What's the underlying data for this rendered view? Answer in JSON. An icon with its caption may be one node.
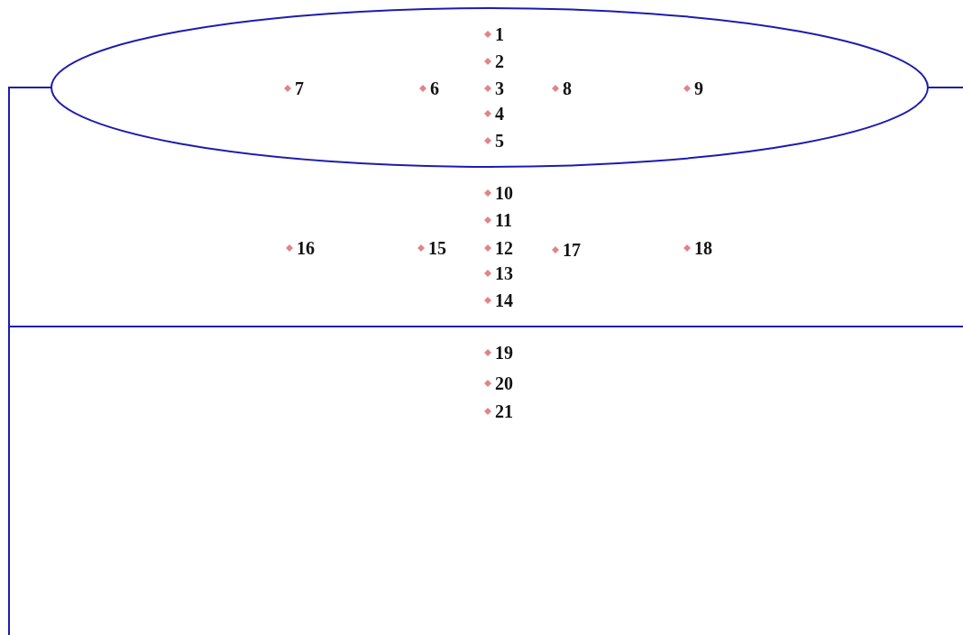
{
  "diagram": {
    "labels": [
      "1",
      "2",
      "7",
      "6",
      "3",
      "8",
      "9",
      "4",
      "5",
      "10",
      "11",
      "16",
      "15",
      "12",
      "17",
      "18",
      "13",
      "14",
      "19",
      "20",
      "21"
    ]
  }
}
